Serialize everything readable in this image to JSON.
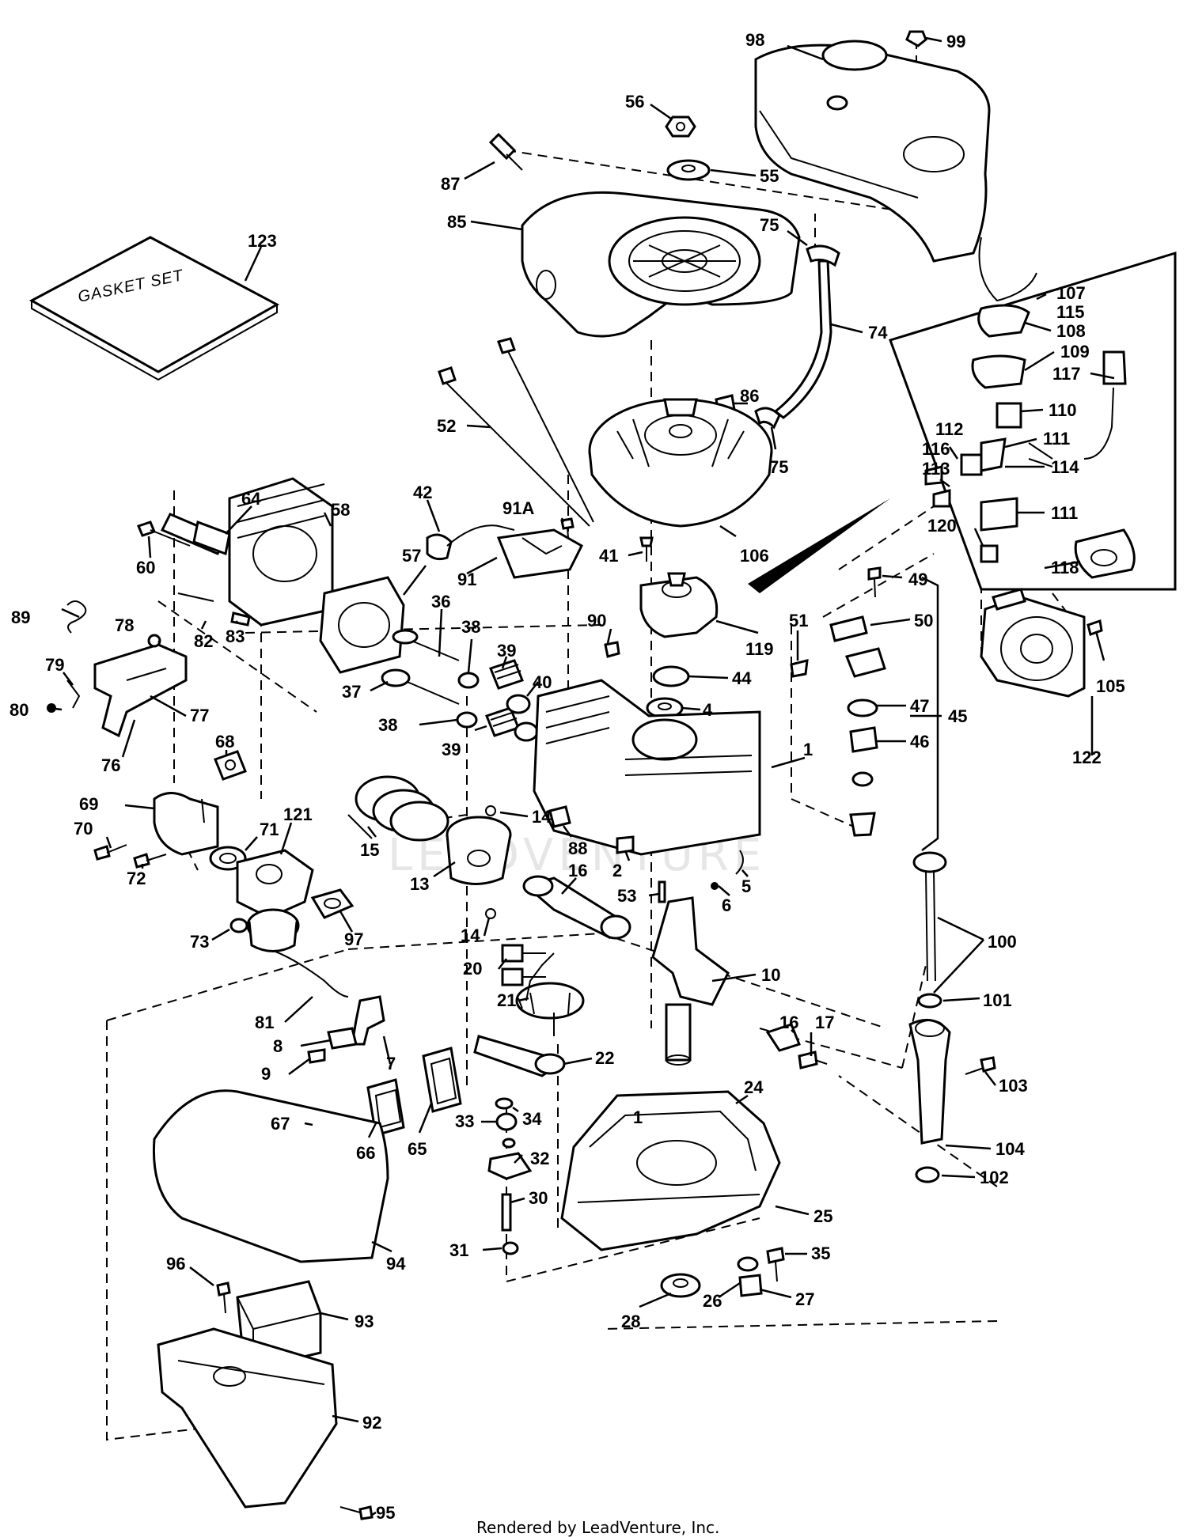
{
  "footer": "Rendered by LeadVenture, Inc.",
  "watermark": "LEADVENTURE",
  "gasket_set_text": "GASKET SET",
  "labels": [
    {
      "id": "l98",
      "text": "98"
    },
    {
      "id": "l99",
      "text": "99"
    },
    {
      "id": "l56",
      "text": "56"
    },
    {
      "id": "l55",
      "text": "55"
    },
    {
      "id": "l87",
      "text": "87"
    },
    {
      "id": "l85",
      "text": "85"
    },
    {
      "id": "l75a",
      "text": "75"
    },
    {
      "id": "l74",
      "text": "74"
    },
    {
      "id": "l123",
      "text": "123"
    },
    {
      "id": "l107",
      "text": "107"
    },
    {
      "id": "l115",
      "text": "115"
    },
    {
      "id": "l108",
      "text": "108"
    },
    {
      "id": "l109",
      "text": "109"
    },
    {
      "id": "l117",
      "text": "117"
    },
    {
      "id": "l110",
      "text": "110"
    },
    {
      "id": "l112",
      "text": "112"
    },
    {
      "id": "l111a",
      "text": "111"
    },
    {
      "id": "l116",
      "text": "116"
    },
    {
      "id": "l114",
      "text": "114"
    },
    {
      "id": "l113",
      "text": "113"
    },
    {
      "id": "l111b",
      "text": "111"
    },
    {
      "id": "l120",
      "text": "120"
    },
    {
      "id": "l118",
      "text": "118"
    },
    {
      "id": "l86",
      "text": "86"
    },
    {
      "id": "l75b",
      "text": "75"
    },
    {
      "id": "l52",
      "text": "52"
    },
    {
      "id": "l64",
      "text": "64"
    },
    {
      "id": "l58",
      "text": "58"
    },
    {
      "id": "l42",
      "text": "42"
    },
    {
      "id": "l91a",
      "text": "91A"
    },
    {
      "id": "l60",
      "text": "60"
    },
    {
      "id": "l106",
      "text": "106"
    },
    {
      "id": "l41",
      "text": "41"
    },
    {
      "id": "l49",
      "text": "49"
    },
    {
      "id": "l57",
      "text": "57"
    },
    {
      "id": "l91",
      "text": "91"
    },
    {
      "id": "l89",
      "text": "89"
    },
    {
      "id": "l82",
      "text": "82"
    },
    {
      "id": "l83",
      "text": "83"
    },
    {
      "id": "l36",
      "text": "36"
    },
    {
      "id": "l90",
      "text": "90"
    },
    {
      "id": "l51",
      "text": "51"
    },
    {
      "id": "l50",
      "text": "50"
    },
    {
      "id": "l105",
      "text": "105"
    },
    {
      "id": "l78",
      "text": "78"
    },
    {
      "id": "l38a",
      "text": "38"
    },
    {
      "id": "l119",
      "text": "119"
    },
    {
      "id": "l79",
      "text": "79"
    },
    {
      "id": "l39a",
      "text": "39"
    },
    {
      "id": "l80",
      "text": "80"
    },
    {
      "id": "l37",
      "text": "37"
    },
    {
      "id": "l40",
      "text": "40"
    },
    {
      "id": "l44",
      "text": "44"
    },
    {
      "id": "l47",
      "text": "47"
    },
    {
      "id": "l45",
      "text": "45"
    },
    {
      "id": "l77",
      "text": "77"
    },
    {
      "id": "l4",
      "text": "4"
    },
    {
      "id": "l38b",
      "text": "38"
    },
    {
      "id": "l68",
      "text": "68"
    },
    {
      "id": "l39b",
      "text": "39"
    },
    {
      "id": "l46",
      "text": "46"
    },
    {
      "id": "l122",
      "text": "122"
    },
    {
      "id": "l76",
      "text": "76"
    },
    {
      "id": "l1a",
      "text": "1"
    },
    {
      "id": "l69",
      "text": "69"
    },
    {
      "id": "l121",
      "text": "121"
    },
    {
      "id": "l14a",
      "text": "14"
    },
    {
      "id": "l70",
      "text": "70"
    },
    {
      "id": "l71",
      "text": "71"
    },
    {
      "id": "l88",
      "text": "88"
    },
    {
      "id": "l15",
      "text": "15"
    },
    {
      "id": "l16a",
      "text": "16"
    },
    {
      "id": "l72",
      "text": "72"
    },
    {
      "id": "l2",
      "text": "2"
    },
    {
      "id": "l5",
      "text": "5"
    },
    {
      "id": "l13",
      "text": "13"
    },
    {
      "id": "l53",
      "text": "53"
    },
    {
      "id": "l6",
      "text": "6"
    },
    {
      "id": "l100",
      "text": "100"
    },
    {
      "id": "l73",
      "text": "73"
    },
    {
      "id": "l97",
      "text": "97"
    },
    {
      "id": "l14b",
      "text": "14"
    },
    {
      "id": "l20",
      "text": "20"
    },
    {
      "id": "l10",
      "text": "10"
    },
    {
      "id": "l101",
      "text": "101"
    },
    {
      "id": "l21",
      "text": "21"
    },
    {
      "id": "l81",
      "text": "81"
    },
    {
      "id": "l16b",
      "text": "16"
    },
    {
      "id": "l17",
      "text": "17"
    },
    {
      "id": "l8",
      "text": "8"
    },
    {
      "id": "l22",
      "text": "22"
    },
    {
      "id": "l9",
      "text": "9"
    },
    {
      "id": "l7",
      "text": "7"
    },
    {
      "id": "l103",
      "text": "103"
    },
    {
      "id": "l24",
      "text": "24"
    },
    {
      "id": "l33",
      "text": "33"
    },
    {
      "id": "l34",
      "text": "34"
    },
    {
      "id": "l67",
      "text": "67"
    },
    {
      "id": "l1b",
      "text": "1"
    },
    {
      "id": "l104",
      "text": "104"
    },
    {
      "id": "l66",
      "text": "66"
    },
    {
      "id": "l65",
      "text": "65"
    },
    {
      "id": "l32",
      "text": "32"
    },
    {
      "id": "l102",
      "text": "102"
    },
    {
      "id": "l30",
      "text": "30"
    },
    {
      "id": "l25",
      "text": "25"
    },
    {
      "id": "l94",
      "text": "94"
    },
    {
      "id": "l31",
      "text": "31"
    },
    {
      "id": "l35",
      "text": "35"
    },
    {
      "id": "l96",
      "text": "96"
    },
    {
      "id": "l26",
      "text": "26"
    },
    {
      "id": "l27",
      "text": "27"
    },
    {
      "id": "l93",
      "text": "93"
    },
    {
      "id": "l28",
      "text": "28"
    },
    {
      "id": "l92",
      "text": "92"
    },
    {
      "id": "l95",
      "text": "95"
    }
  ]
}
